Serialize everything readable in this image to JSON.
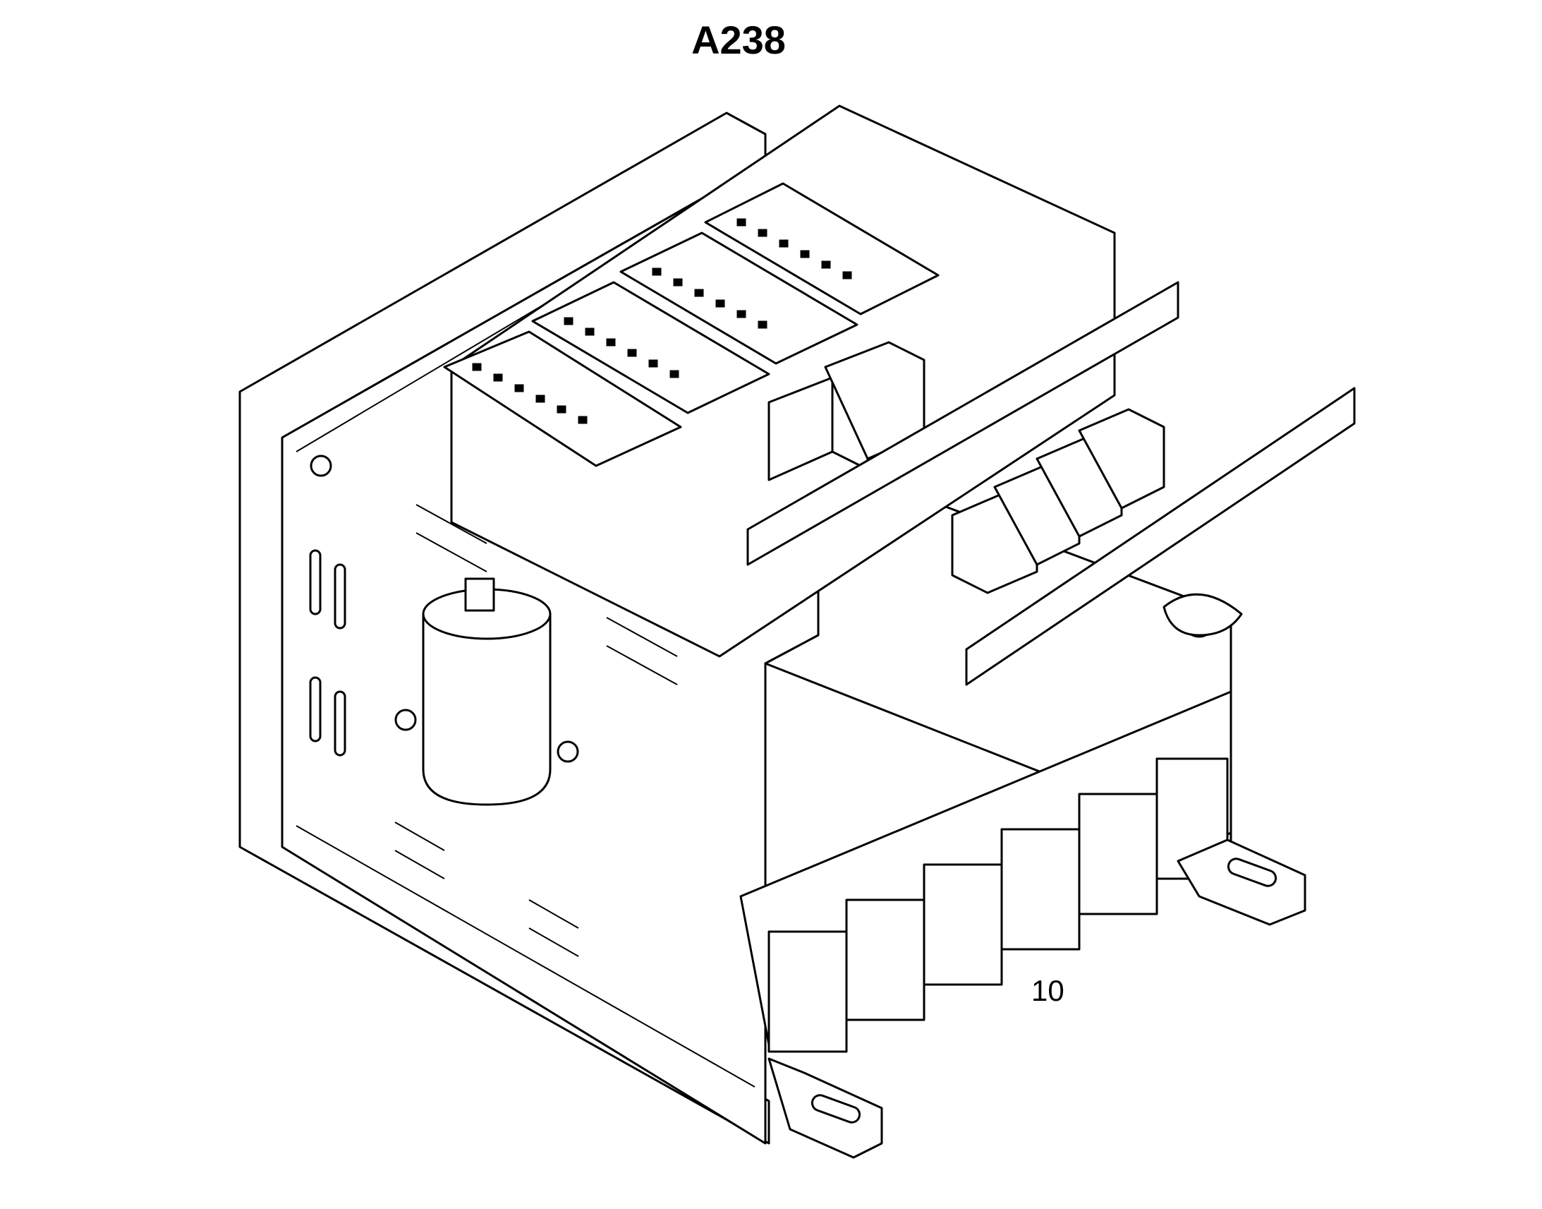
{
  "diagram": {
    "title": "A238",
    "callouts": [
      {
        "id": "callout-10",
        "label": "10"
      }
    ],
    "components": [
      "fuse-block",
      "relay",
      "contactor",
      "connector",
      "wing-nut",
      "mounting-bracket",
      "enclosure-box"
    ]
  }
}
